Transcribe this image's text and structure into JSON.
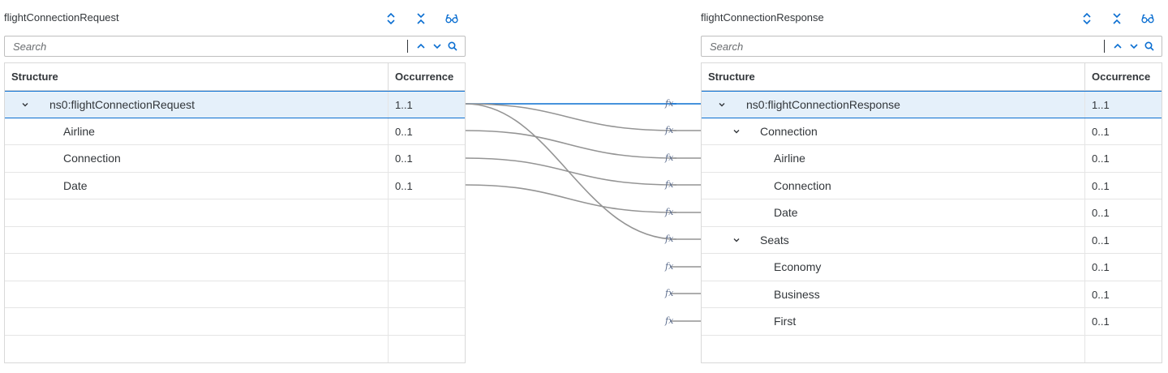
{
  "left": {
    "title": "flightConnectionRequest",
    "search_placeholder": "Search",
    "col_structure": "Structure",
    "col_occurrence": "Occurrence",
    "rows": [
      {
        "label": "ns0:flightConnectionRequest",
        "occ": "1..1"
      },
      {
        "label": "Airline",
        "occ": "0..1"
      },
      {
        "label": "Connection",
        "occ": "0..1"
      },
      {
        "label": "Date",
        "occ": "0..1"
      }
    ]
  },
  "right": {
    "title": "flightConnectionResponse",
    "search_placeholder": "Search",
    "col_structure": "Structure",
    "col_occurrence": "Occurrence",
    "rows": [
      {
        "label": "ns0:flightConnectionResponse",
        "occ": "1..1"
      },
      {
        "label": "Connection",
        "occ": "0..1"
      },
      {
        "label": "Airline",
        "occ": "0..1"
      },
      {
        "label": "Connection",
        "occ": "0..1"
      },
      {
        "label": "Date",
        "occ": "0..1"
      },
      {
        "label": "Seats",
        "occ": "0..1"
      },
      {
        "label": "Economy",
        "occ": "0..1"
      },
      {
        "label": "Business",
        "occ": "0..1"
      },
      {
        "label": "First",
        "occ": "0..1"
      }
    ]
  },
  "fx_label": "fx",
  "colors": {
    "accent": "#0a6ed1",
    "selected_row": "#e5f0fa",
    "mapping_line": "#949494",
    "mapping_line_selected": "#0a6ed1"
  }
}
